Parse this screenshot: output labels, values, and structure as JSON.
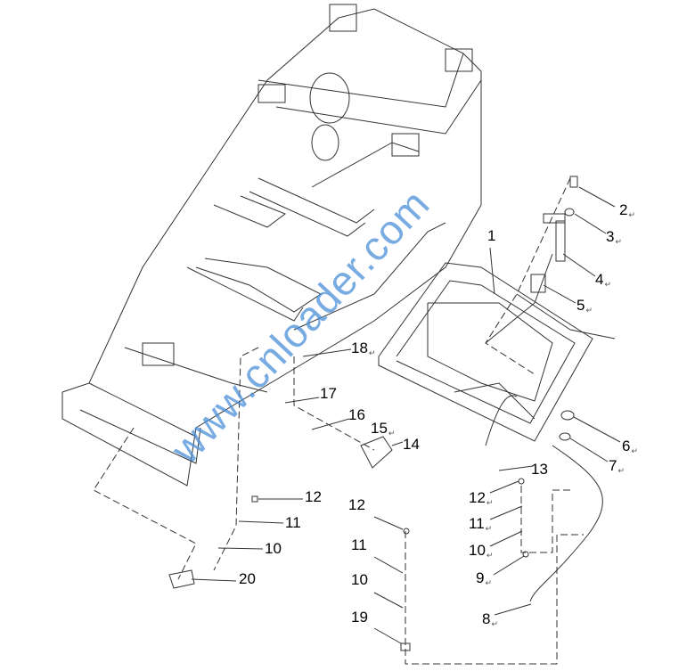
{
  "watermark": "www.cnloader.com",
  "callouts": {
    "c1": "1",
    "c2": "2",
    "c3": "3",
    "c4": "4",
    "c5": "5",
    "c6": "6",
    "c7": "7",
    "c8": "8",
    "c9": "9",
    "c10r": "10",
    "c11r": "11",
    "c12r": "12",
    "c13": "13",
    "c14": "14",
    "c15": "15",
    "c16": "16",
    "c17": "17",
    "c18": "18",
    "c12l": "12",
    "c11l": "11",
    "c10l": "10",
    "c20": "20",
    "c12m": "12",
    "c11m": "11",
    "c10m": "10",
    "c19": "19"
  },
  "paragraph_mark": "↵"
}
